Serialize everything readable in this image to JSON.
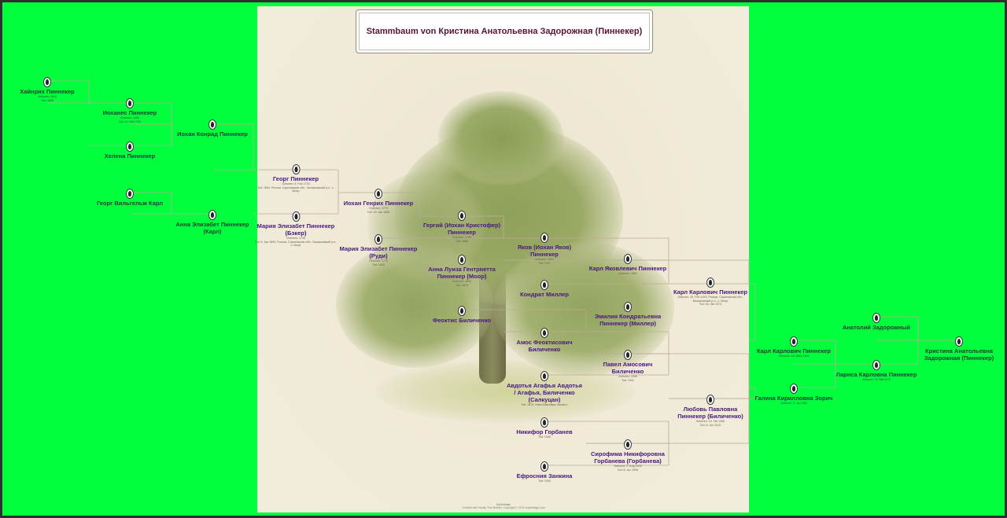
{
  "title": "Stammbaum von Кристина Анатольевна Задорожная (Пиннекер)",
  "footer": {
    "logo": "MyHeritage",
    "credit": "Created with Family Tree Builder. Copyright © 2020 myheritage.com"
  },
  "colors": {
    "background": "#00ff3c",
    "frame": "#2f2f2f",
    "poster": "#efe9d6",
    "title": "#5b1137",
    "name_inner": "#4a1780",
    "name_outer": "#1c3d35"
  },
  "persons": [
    {
      "id": "hainrich",
      "name": "Хайнрих Пиннекер",
      "details": [
        "Geboren: 1616",
        "Tod: 1656"
      ]
    },
    {
      "id": "iohanes",
      "name": "Иоханес Пиннекер",
      "details": [
        "Geboren: 1656",
        "Tod: 23. Mai 1700"
      ]
    },
    {
      "id": "helena",
      "name": "Хелена Пиннекер",
      "details": []
    },
    {
      "id": "iohan_konrad",
      "name": "Иохан Конрад Пиннекер",
      "details": []
    },
    {
      "id": "georg_vilgelm",
      "name": "Георг Вильгельм Карл",
      "details": []
    },
    {
      "id": "anna_elizabet",
      "name": "Анна Элизабет Пиннекер (Карл)",
      "details": []
    },
    {
      "id": "georg",
      "name": "Георг Пиннекер",
      "details": [
        "Geboren: 8. Feb 1723",
        "Tod: 1804, Россия, Саратовская обл., Балашовский р-н., с. Моор"
      ]
    },
    {
      "id": "maria_elizabet_b",
      "name": "Мария Элизабет Пиннекер (Бэкер)",
      "details": [
        "Geboren: 1730",
        "Tod: 6. Jan 1809, Россия, Саратовская обл., Балашовский р-н., с. Моор"
      ]
    },
    {
      "id": "iohan_genrih",
      "name": "Иохан Генрих Пиннекер",
      "details": [
        "Geboren: 1770",
        "Tod: 19. Jan 1836"
      ]
    },
    {
      "id": "maria_elizabet_r",
      "name": "Мария Элизабет Пиннекер (Руди)",
      "details": [
        "Geboren: 1776",
        "Tod: 1843"
      ]
    },
    {
      "id": "gergiy",
      "name": "Гергий (Иохан Кристофер) Пиннекер",
      "details": [
        "Geboren: 1798",
        "Tod: 1868"
      ]
    },
    {
      "id": "anna_luiza",
      "name": "Анна Луиза Гентрнетта Пиннекер (Моор)",
      "details": [
        "Geboren: 1804",
        "Tod: 1878"
      ]
    },
    {
      "id": "yakov",
      "name": "Яков (Иохан Яков) Пиннекер",
      "details": [
        "Geboren: 1841",
        "Tod: 1917"
      ]
    },
    {
      "id": "kondrat",
      "name": "Кондрат Миллер",
      "details": []
    },
    {
      "id": "feoktis",
      "name": "Феоктис Биличенко",
      "details": []
    },
    {
      "id": "karl_yak",
      "name": "Карл Яковлевич Пиннекер",
      "details": [
        "Geboren: 1891"
      ]
    },
    {
      "id": "emiliya",
      "name": "Эмилия Кондратьевна Пиннекер (Миллер)",
      "details": []
    },
    {
      "id": "karl_karl_1",
      "name": "Карл Карлович Пиннекер",
      "details": [
        "Geboren: 10. Feb 1919, Россия, Саратовская обл.,",
        "Балашовский р-н., с. Моор",
        "Tod: 26. Okt 1974"
      ]
    },
    {
      "id": "amos",
      "name": "Амос Феоктисович Биличенко",
      "details": []
    },
    {
      "id": "pavel",
      "name": "Павел Амосович Биличенко",
      "details": [
        "Geboren: 1908",
        "Tod: 1941"
      ]
    },
    {
      "id": "avdotya",
      "name": "Авдотья Агафья Авдотья / Агафья, Биличенко (Салкуцан)",
      "details": [
        "Tod: 1972, Ново-Павловка, Казахст."
      ]
    },
    {
      "id": "lyubov",
      "name": "Любовь Павловна Пиннекер (Биличенко)",
      "details": [
        "Geboren: 10. Okt 1936",
        "Tod: 8. Jun 2012"
      ]
    },
    {
      "id": "nikifor",
      "name": "Никифор Горбанев",
      "details": [
        "Tod: 1949"
      ]
    },
    {
      "id": "sirofima",
      "name": "Сирофима Никифоровна Горбанева (Горбанева)",
      "details": [
        "Geboren: 2. Aug 1909",
        "Tod: 8. Jun 1996"
      ]
    },
    {
      "id": "efrosinya",
      "name": "Ефросния Занкина",
      "details": [
        "Tod: 1940"
      ]
    },
    {
      "id": "karl_karl_2",
      "name": "Карл Карлович Пиннекер",
      "details": [
        "Geboren: 16. März 1949"
      ]
    },
    {
      "id": "galina",
      "name": "Галина Кирилловна Зорич",
      "details": [
        "Geboren: 6. Jul 1952"
      ]
    },
    {
      "id": "anatoliy",
      "name": "Анатолий Задорожный",
      "details": []
    },
    {
      "id": "larisa",
      "name": "Ларнса Карловна Пиннекер",
      "details": [
        "Geboren: 13. Mai 1972"
      ]
    },
    {
      "id": "kristina",
      "name": "Кристина Анатольевна Задорожная (Пиннекер)",
      "details": []
    }
  ]
}
